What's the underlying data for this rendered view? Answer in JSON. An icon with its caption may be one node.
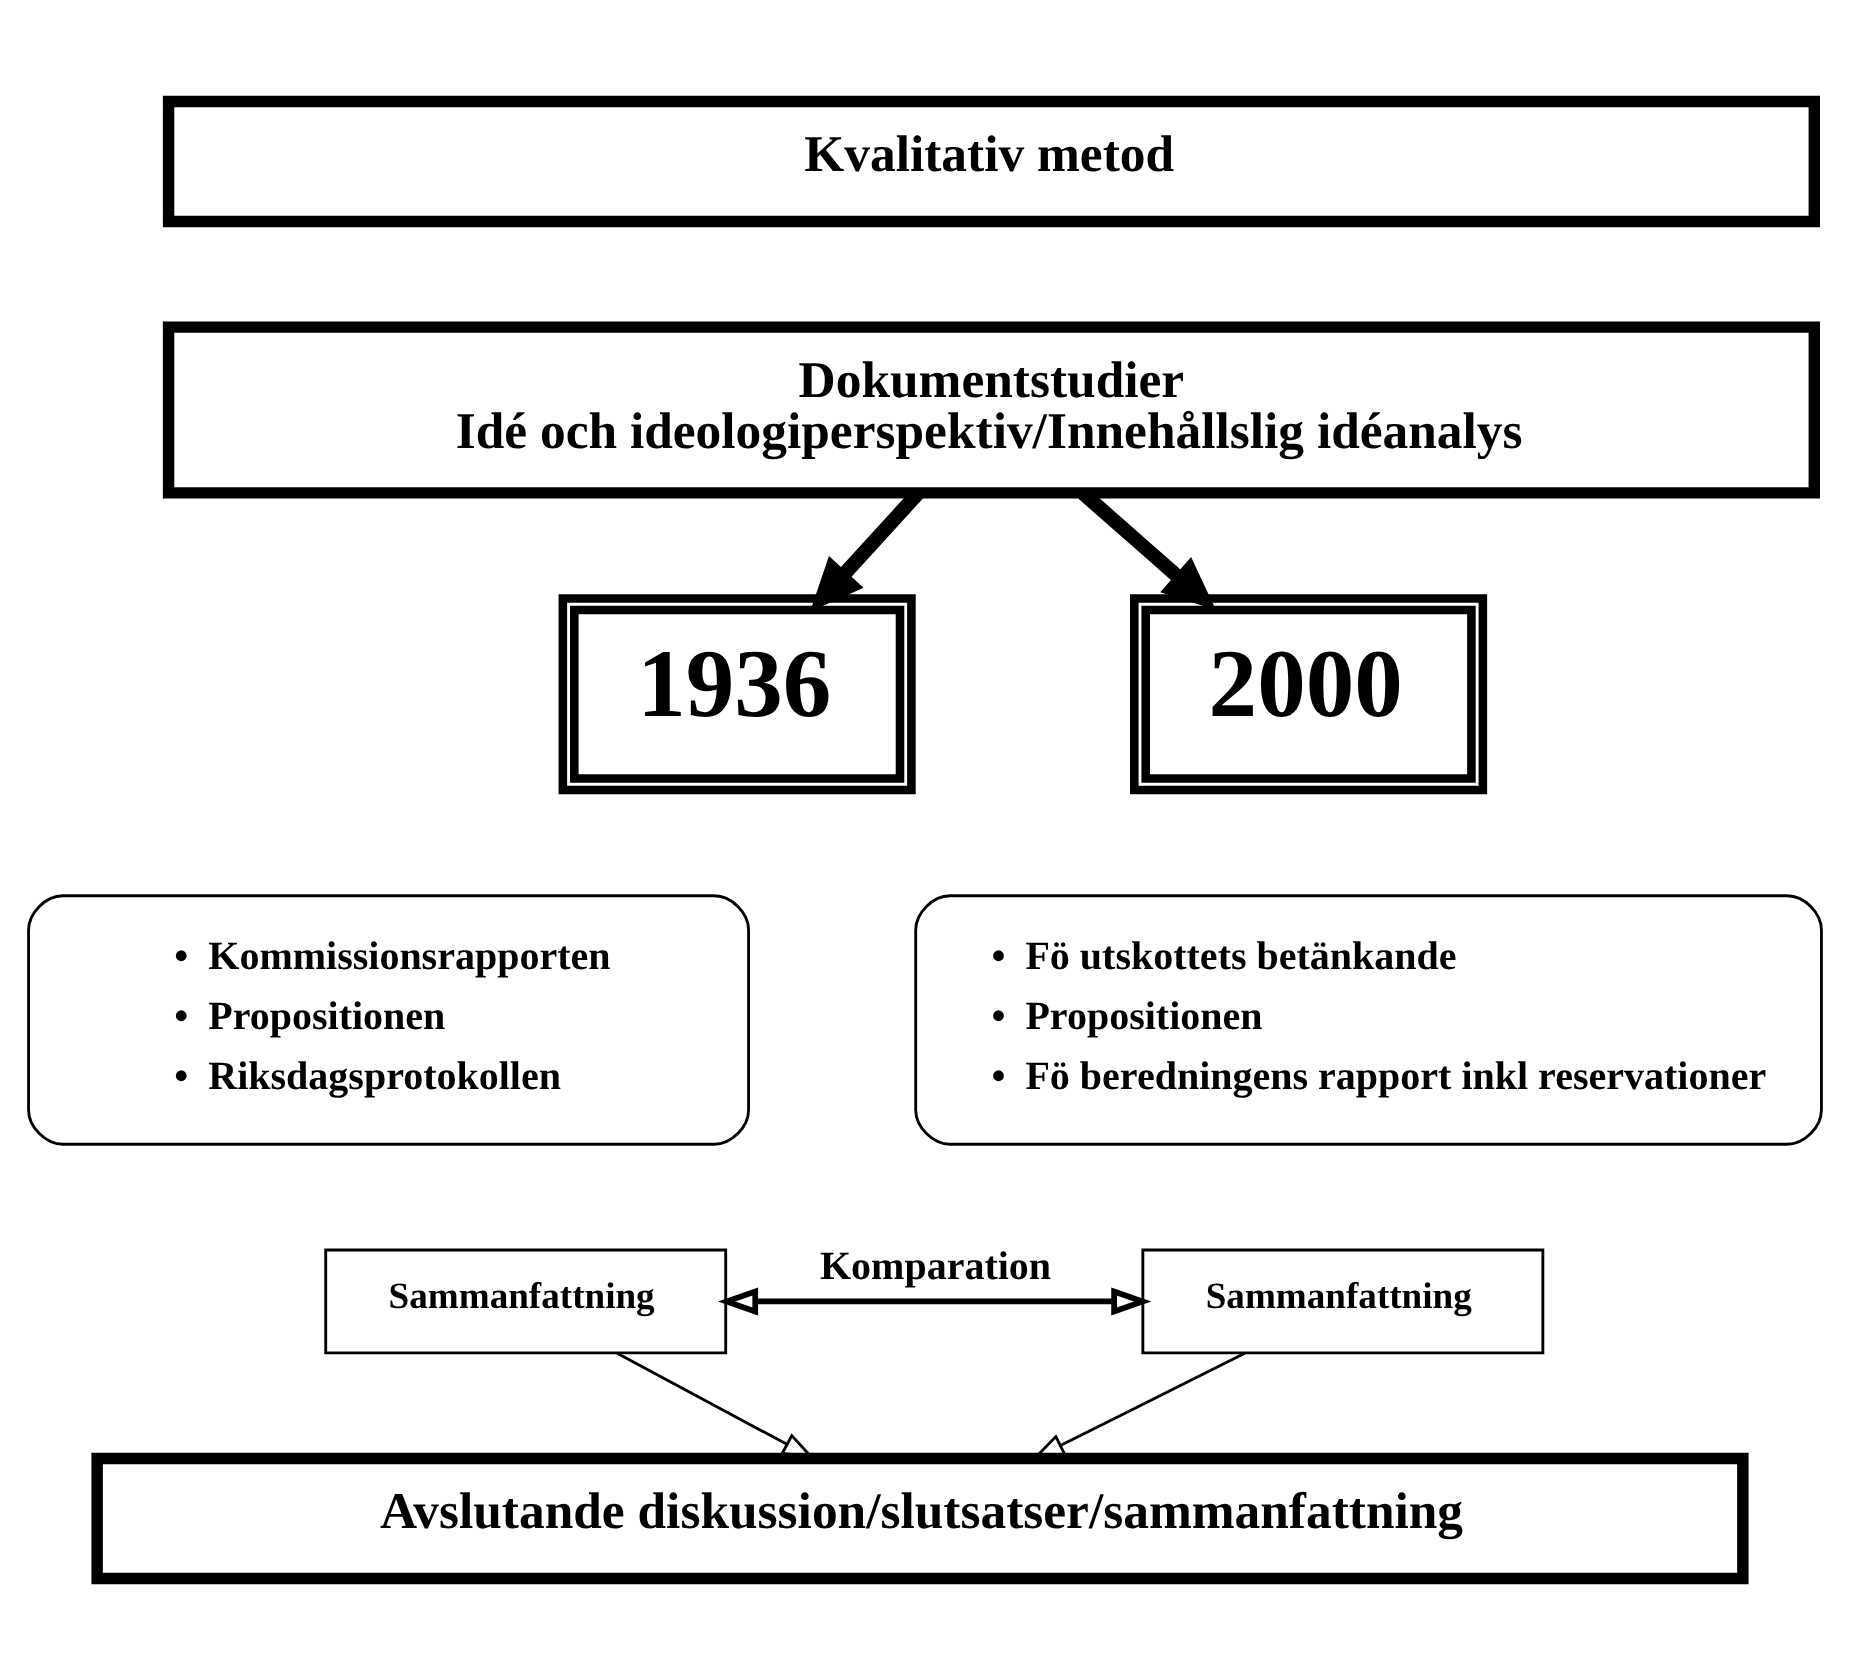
{
  "diagram": {
    "nodes": [
      {
        "text": [
          "Kvalitativ metod"
        ]
      },
      {
        "text": [
          "Dokumentstudier",
          "Idé och ideologiperspektiv/Innehållslig idéanalys"
        ]
      },
      {
        "text": [
          "1936"
        ]
      },
      {
        "text": [
          "2000"
        ]
      },
      {
        "text": [
          "•  Kommissionsrapporten",
          "•  Propositionen",
          "•  Riksdagsprotokollen"
        ]
      },
      {
        "text": [
          "•  Fö utskottets betänkande",
          "•  Propositionen",
          "•  Fö beredningens rapport inkl reservationer"
        ]
      },
      {
        "text": [
          "Sammanfattning"
        ]
      },
      {
        "text": [
          "Sammanfattning"
        ]
      },
      {
        "text": [
          "Avslutande diskussion/slutsatser/sammanfattning"
        ]
      }
    ],
    "edges": [
      {
        "from": 1,
        "to": 2,
        "arrow": "to",
        "style": "thick"
      },
      {
        "from": 1,
        "to": 3,
        "arrow": "to",
        "style": "thick"
      },
      {
        "from": 6,
        "to": 7,
        "arrow": "both",
        "label": "Komparation"
      },
      {
        "from": 6,
        "to": 8,
        "arrow": "to"
      },
      {
        "from": 7,
        "to": 8,
        "arrow": "to"
      }
    ]
  }
}
